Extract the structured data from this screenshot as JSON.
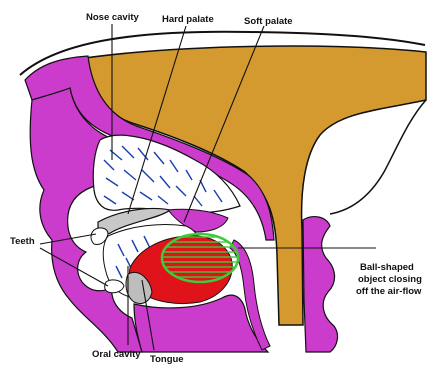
{
  "labels": {
    "nose_cavity": "Nose cavity",
    "hard_palate": "Hard palate",
    "soft_palate": "Soft palate",
    "teeth": "Teeth",
    "ball_line1": "Ball-shaped",
    "ball_line2": "object closing",
    "ball_line3": "off the air-flow",
    "oral_cavity": "Oral cavity",
    "tongue": "Tongue"
  },
  "colors": {
    "brain": "#d59a2f",
    "tissue": "#cc3ccc",
    "tongue": "#e0131b",
    "ball_stroke": "#41c93a",
    "palate": "#c8c8c8",
    "air_hatch": "#1a3fae",
    "outline": "#111111"
  }
}
